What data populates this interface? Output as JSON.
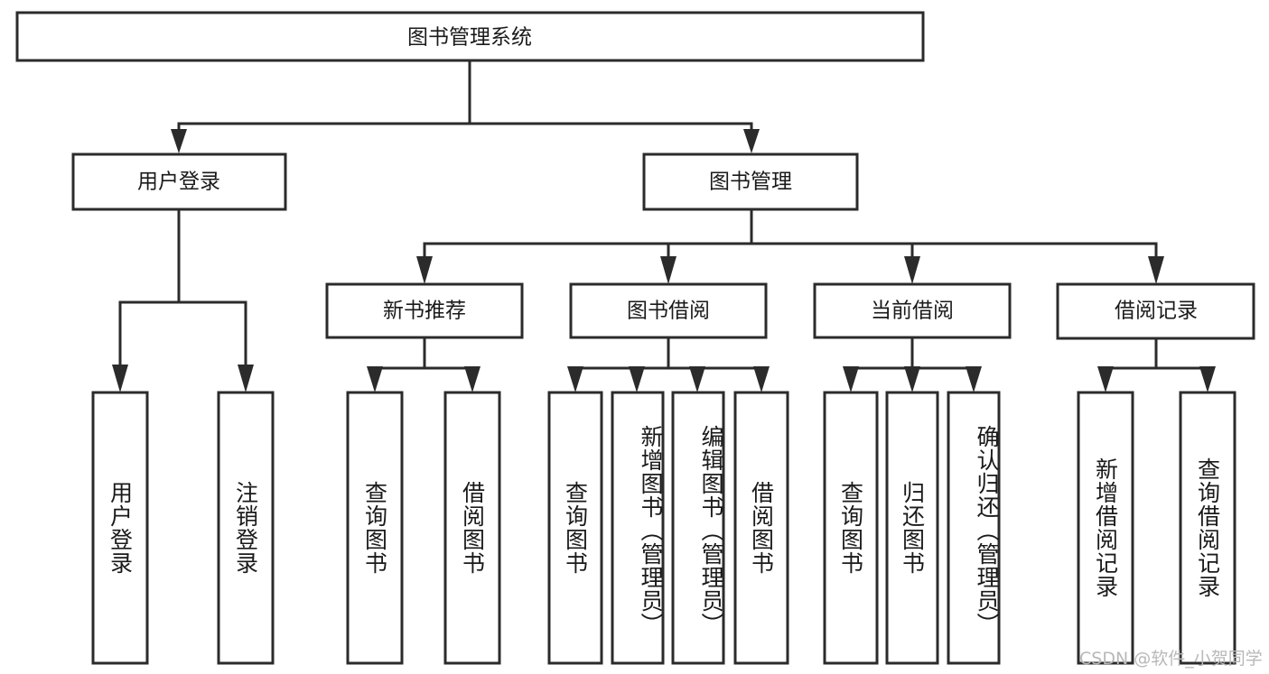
{
  "diagram": {
    "type": "tree-hierarchy",
    "title": "图书管理系统",
    "watermark": "CSDN @软件_小贺同学",
    "colors": {
      "stroke": "#2b2b2b",
      "fill": "#ffffff",
      "text": "#1a1a1a",
      "watermark": "#b8b8b8",
      "background": "#ffffff"
    },
    "levels": {
      "root": {
        "label": "图书管理系统",
        "orientation": "horizontal"
      },
      "level2": [
        {
          "label": "用户登录",
          "orientation": "horizontal"
        },
        {
          "label": "图书管理",
          "orientation": "horizontal"
        }
      ],
      "level3": [
        {
          "label": "新书推荐",
          "orientation": "horizontal"
        },
        {
          "label": "图书借阅",
          "orientation": "horizontal"
        },
        {
          "label": "当前借阅",
          "orientation": "horizontal"
        },
        {
          "label": "借阅记录",
          "orientation": "horizontal"
        }
      ],
      "leaves": {
        "user_login": [
          {
            "label": "用户登录",
            "orientation": "vertical"
          },
          {
            "label": "注销登录",
            "orientation": "vertical"
          }
        ],
        "new_book_recommend": [
          {
            "label": "查询图书",
            "orientation": "vertical"
          },
          {
            "label": "借阅图书",
            "orientation": "vertical"
          }
        ],
        "book_borrow": [
          {
            "label": "查询图书",
            "orientation": "vertical"
          },
          {
            "label": "新增图书（管理员）",
            "orientation": "vertical"
          },
          {
            "label": "编辑图书（管理员）",
            "orientation": "vertical"
          },
          {
            "label": "借阅图书",
            "orientation": "vertical"
          }
        ],
        "current_borrow": [
          {
            "label": "查询图书",
            "orientation": "vertical"
          },
          {
            "label": "归还图书",
            "orientation": "vertical"
          },
          {
            "label": "确认归还（管理员）",
            "orientation": "vertical"
          }
        ],
        "borrow_record": [
          {
            "label": "新增借阅记录",
            "orientation": "vertical"
          },
          {
            "label": "查询借阅记录",
            "orientation": "vertical"
          }
        ]
      }
    }
  }
}
